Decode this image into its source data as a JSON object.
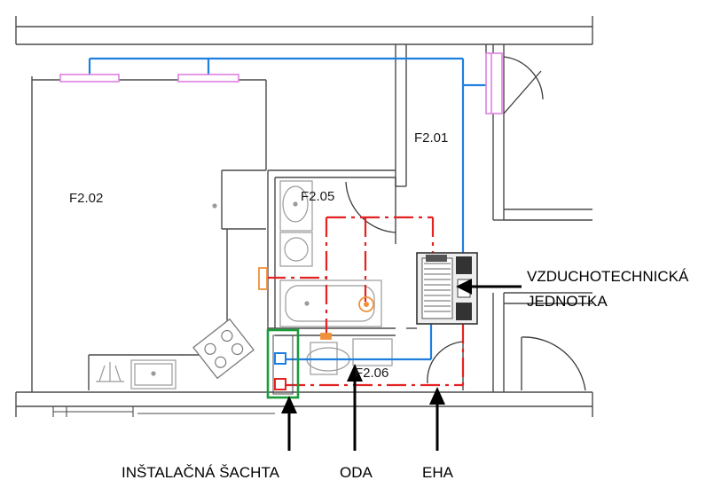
{
  "rooms": {
    "f201": "F2.01",
    "f202": "F2.02",
    "f205": "F2.05",
    "f206": "F2.06"
  },
  "callouts": {
    "unit_line1": "VZDUCHOTECHNICKÁ",
    "unit_line2": "JEDNOTKA",
    "shaft": "INŠTALAČNÁ ŠACHTA",
    "oda": "ODA",
    "eha": "EHA"
  },
  "colors": {
    "supply_duct": "#1f7fe0",
    "exhaust_duct": "#e32222",
    "shaft_frame": "#1a9c3a",
    "air_terminal": "#e080e0",
    "valve": "#f0913a",
    "walls": "#4a4a4a",
    "fixtures": "#9a9a9a"
  }
}
